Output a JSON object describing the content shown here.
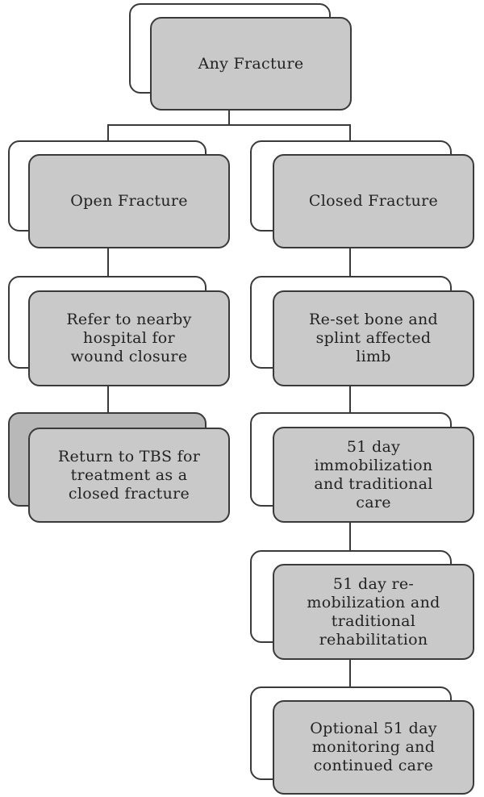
{
  "nodes": {
    "any_fracture": "Any Fracture",
    "open_fracture": "Open Fracture",
    "closed_fracture": "Closed Fracture",
    "refer_hospital": "Refer to nearby\nhospital for\nwound closure",
    "return_tbs": "Return to TBS for\ntreatment as a\nclosed fracture",
    "reset_bone": "Re-set bone and\nsplint affected\nlimb",
    "immobilization": "51 day\nimmobilization\nand traditional\ncare",
    "remobilization": "51 day re-\nmobilization and\ntraditional\nrehabilitation",
    "monitoring": "Optional 51 day\nmonitoring and\ncontinued care"
  }
}
